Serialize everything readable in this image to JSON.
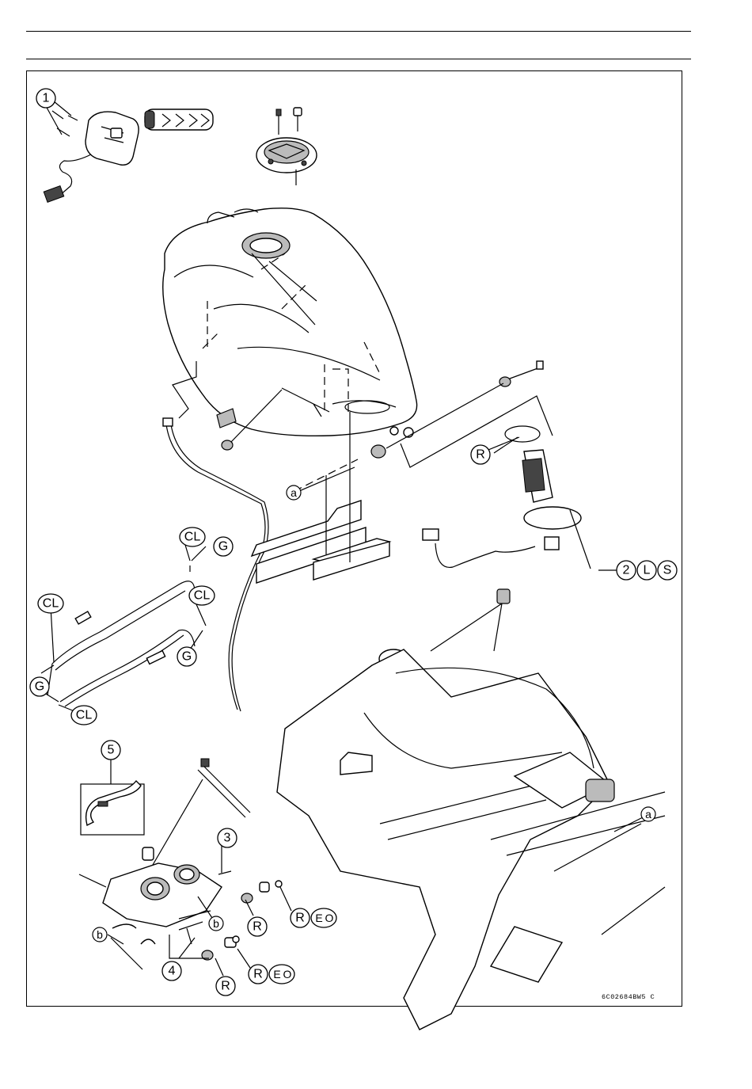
{
  "callouts": {
    "c1": "1",
    "c2": "2",
    "c3": "3",
    "c4": "4",
    "c5": "5",
    "a_top": "a",
    "a_frame": "a",
    "b_left": "b",
    "b_throttle": "b",
    "r_pump": "R",
    "r_1": "R",
    "r_2": "R",
    "r_3": "R",
    "r_4": "R",
    "e_1": "E",
    "o_1": "O",
    "e_2": "E",
    "o_2": "O",
    "l_pump": "L",
    "s_pump": "S",
    "cl_1": "CL",
    "cl_2": "CL",
    "cl_3": "CL",
    "cl_4": "CL",
    "g_1": "G",
    "g_2": "G",
    "g_3": "G"
  },
  "figure_code": "6C02684BW5 C"
}
